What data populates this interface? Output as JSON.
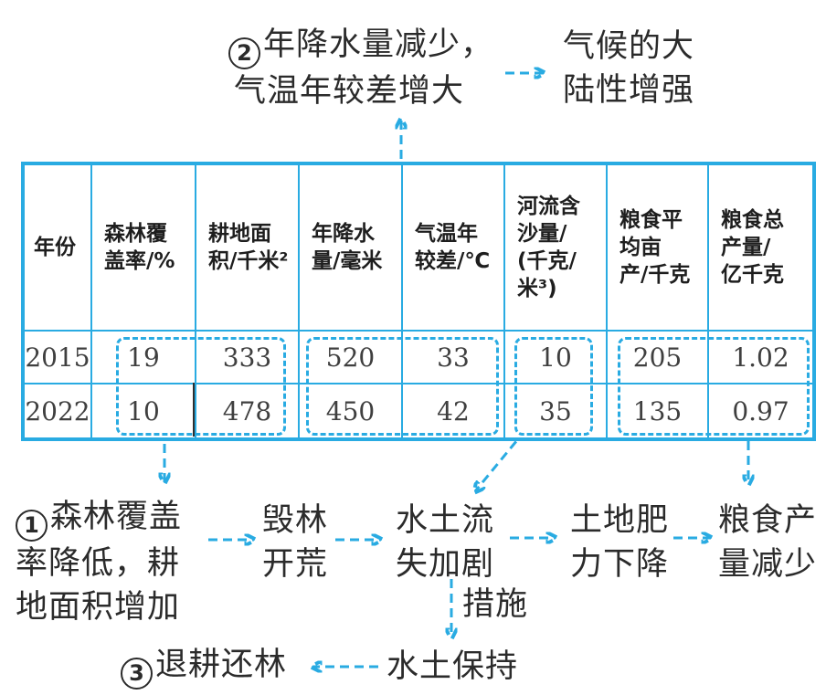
{
  "colors": {
    "accent_cyan": "#29abe2",
    "ink": "#2b2b2b",
    "number_ink": "#3f3f3f"
  },
  "top_flow": {
    "cause": {
      "badge": "2",
      "lines": [
        "年降水量减少，",
        "气温年较差增大"
      ]
    },
    "effect": {
      "lines": [
        "气候的大",
        "陆性增强"
      ]
    }
  },
  "table": {
    "columns": [
      "年份",
      "森林覆\n盖率/%",
      "耕地面\n积/千米²",
      "年降水\n量/毫米",
      "气温年\n较差/℃",
      "河流含\n沙量/\n(千克/\n米³)",
      "粮食平\n均亩\n产/千克",
      "粮食总\n产量/\n亿千克"
    ],
    "rows": [
      {
        "year": "2015",
        "values": [
          "19",
          "333",
          "520",
          "33",
          "10",
          "205",
          "1.02"
        ]
      },
      {
        "year": "2022",
        "values": [
          "10",
          "478",
          "450",
          "42",
          "35",
          "135",
          "0.97"
        ]
      }
    ]
  },
  "bottom_flow": {
    "step1": {
      "badge": "1",
      "lines": [
        "森林覆盖",
        "率降低，耕",
        "地面积增加"
      ]
    },
    "step2": {
      "lines": [
        "毁林",
        "开荒"
      ]
    },
    "step3": {
      "lines": [
        "水土流",
        "失加剧"
      ]
    },
    "step4": {
      "lines": [
        "土地肥",
        "力下降"
      ]
    },
    "step5": {
      "lines": [
        "粮食产",
        "量减少"
      ]
    },
    "measures_label": "措施",
    "conservation": "水土保持",
    "remedy": {
      "badge": "3",
      "text": "退耕还林"
    }
  }
}
